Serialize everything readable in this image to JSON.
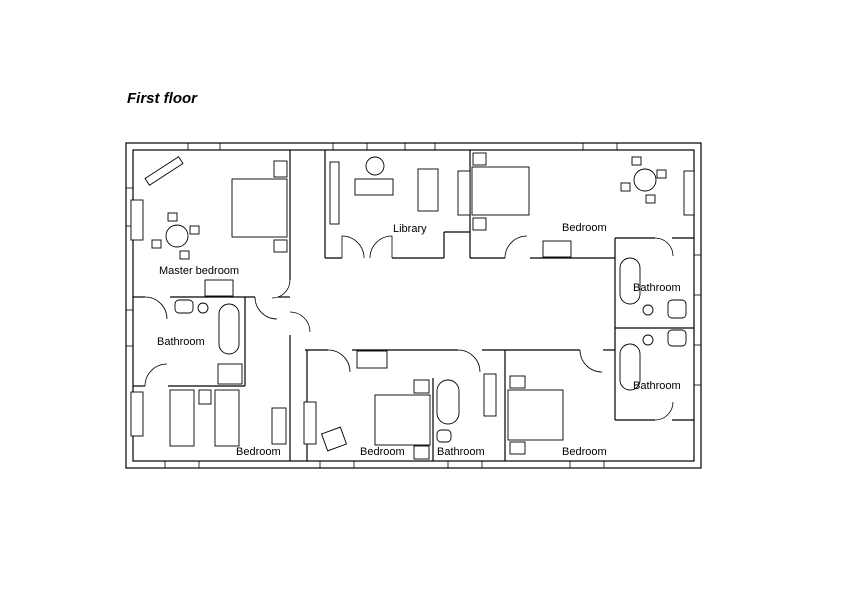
{
  "plan": {
    "title": "First floor",
    "rooms": {
      "master_bedroom": "Master bedroom",
      "library": "Library",
      "bedroom_ne": "Bedroom",
      "bathroom_e1": "Bathroom",
      "bathroom_w": "Bathroom",
      "bathroom_e2": "Bathroom",
      "bedroom_sw": "Bedroom",
      "bedroom_s1": "Bedroom",
      "bathroom_s": "Bathroom",
      "bedroom_s2": "Bedroom"
    }
  }
}
